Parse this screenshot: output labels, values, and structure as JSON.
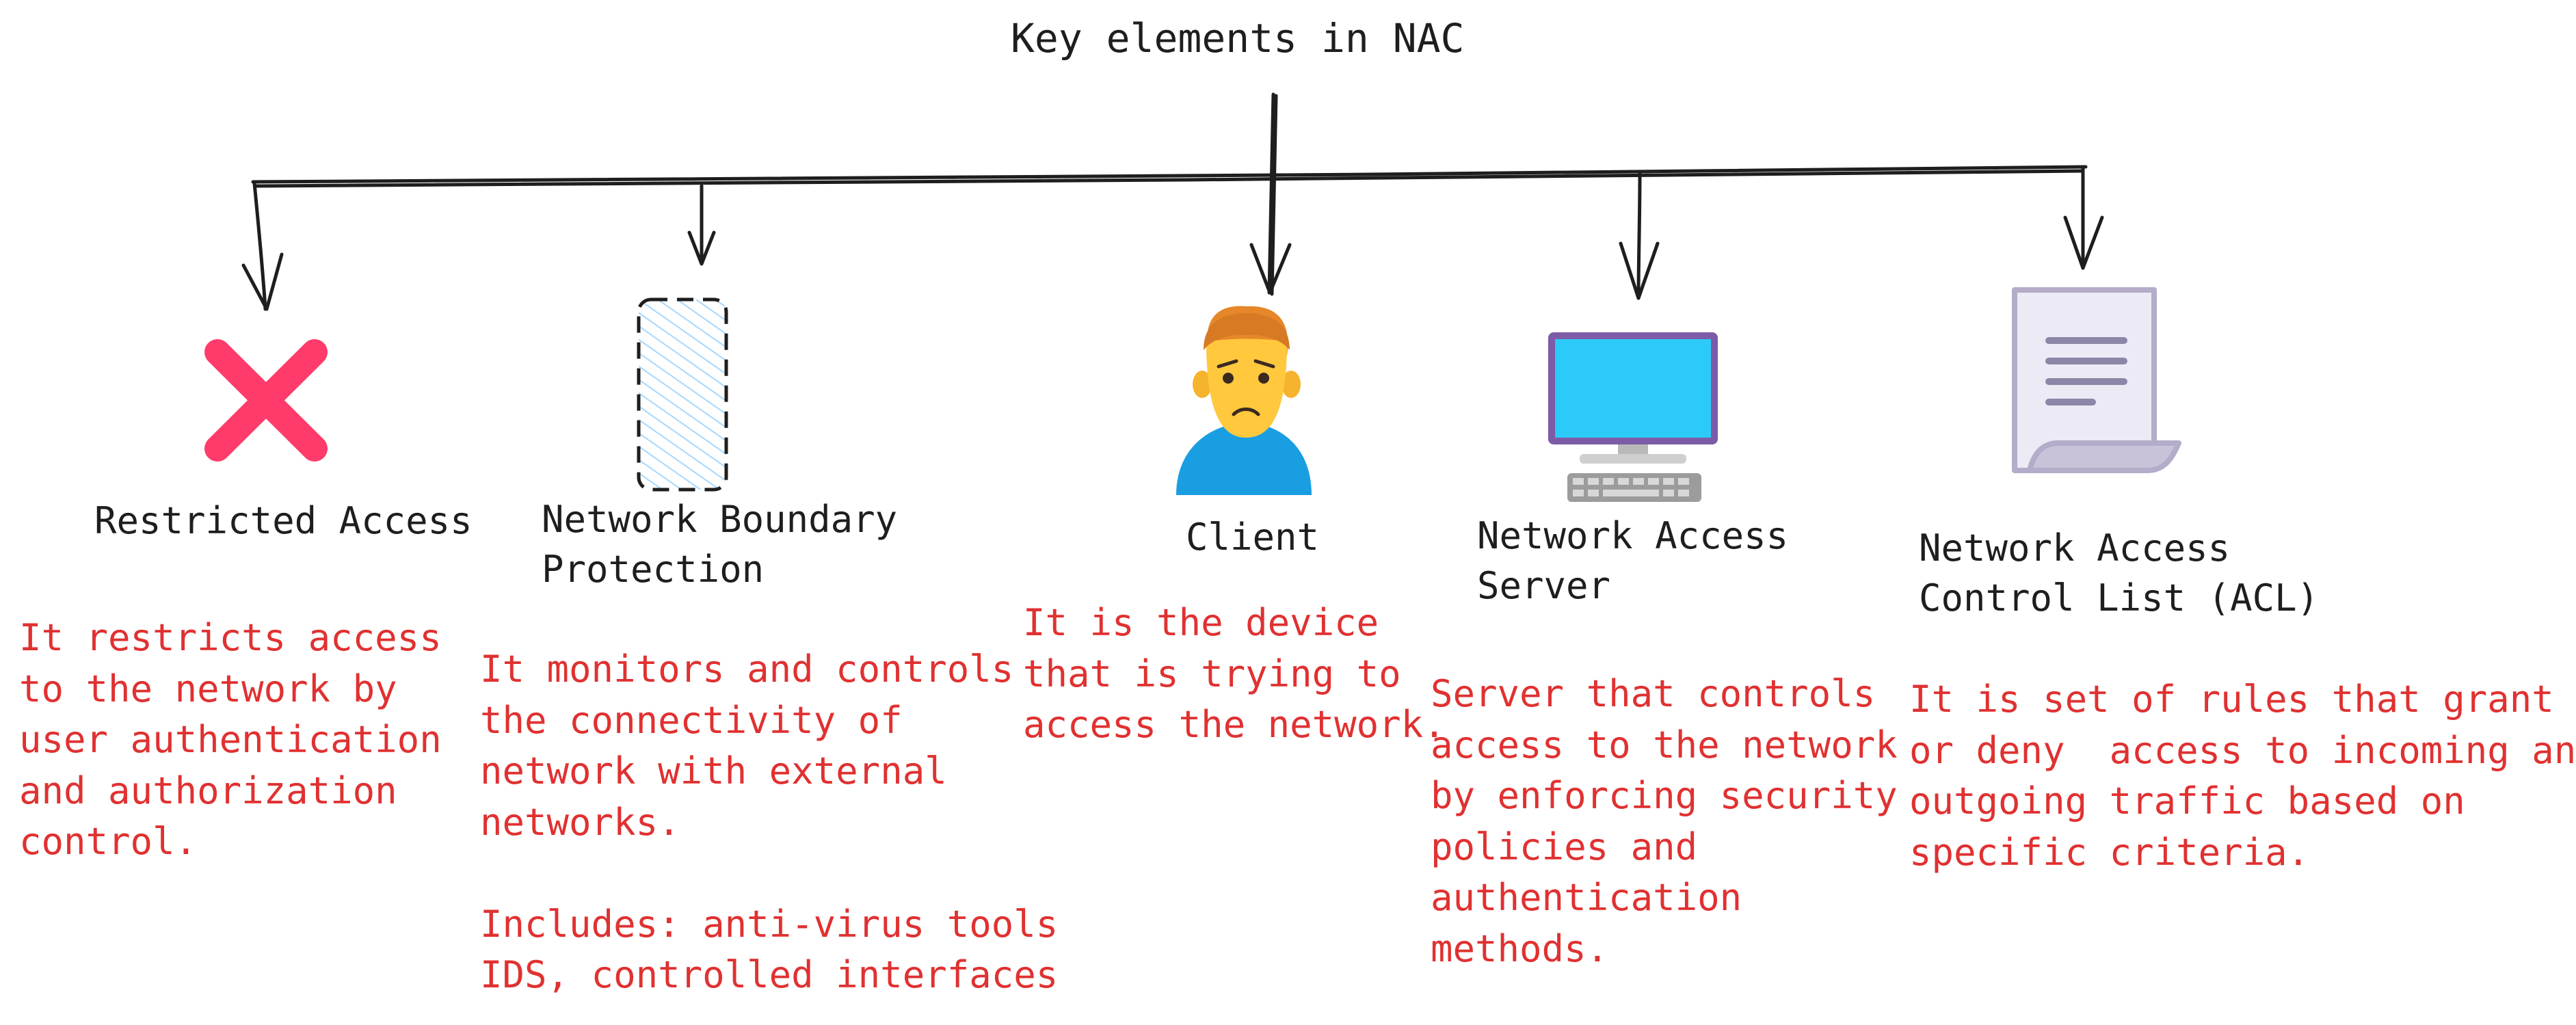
{
  "diagram": {
    "title": "Key elements in NAC",
    "colors": {
      "stroke": "#1e1e1e",
      "description_text": "#e03131",
      "cross": "#ff3b6b",
      "monitor_screen": "#2ccaf8",
      "monitor_frame": "#7d5ba6",
      "document": "#ecebf5",
      "document_edge": "#b4acc9"
    },
    "nodes": [
      {
        "icon": "x-mark-icon",
        "label": "Restricted Access",
        "description": "It restricts access\nto the network by\nuser authentication\nand authorization\ncontrol."
      },
      {
        "icon": "boundary-rectangle-icon",
        "label": "Network Boundary\nProtection",
        "description": "It monitors and controls\nthe connectivity of\nnetwork with external\nnetworks.\n\nIncludes: anti-virus tools\nIDS, controlled interfaces"
      },
      {
        "icon": "person-icon",
        "label": "Client",
        "description": "It is the device\nthat is trying to\naccess the network."
      },
      {
        "icon": "desktop-computer-icon",
        "label": "Network Access\nServer",
        "description": "Server that controls\naccess to the network\nby enforcing security\npolicies and\nauthentication\nmethods."
      },
      {
        "icon": "document-icon",
        "label": "Network Access\nControl List (ACL)",
        "description": "It is set of rules that grant\nor deny  access to incoming and\noutgoing traffic based on\nspecific criteria."
      }
    ]
  }
}
